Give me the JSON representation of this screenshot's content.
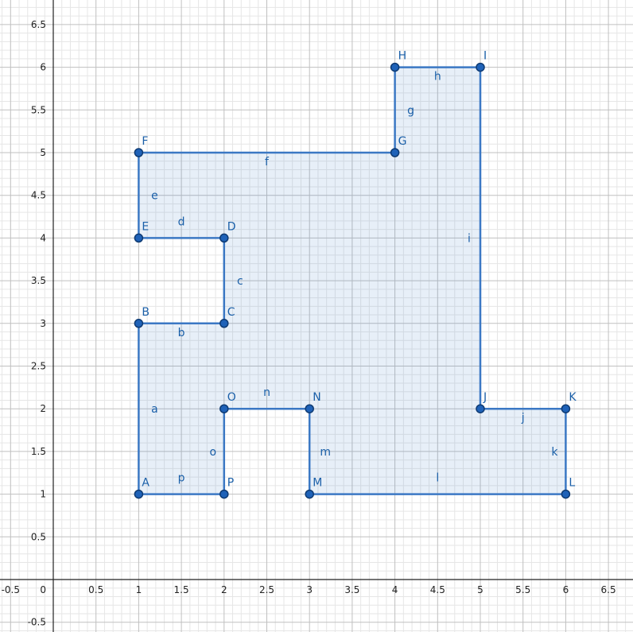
{
  "colors": {
    "grid_major": "#c0c0c0",
    "grid_minor": "#e6e6e6",
    "axis": "#222222",
    "polygon_stroke": "#3b78c4",
    "polygon_fill": "#3b78c4",
    "point_fill": "#1f62b8",
    "point_stroke": "#0e3a72",
    "label": "#1a5fa8"
  },
  "chart_data": {
    "type": "polygon-plot",
    "xlim": [
      -0.6,
      6.8
    ],
    "ylim": [
      -0.6,
      6.8
    ],
    "grid": true,
    "x_ticks": [
      "-0.5",
      "0.5",
      "1",
      "1.5",
      "2",
      "2.5",
      "3",
      "3.5",
      "4",
      "4.5",
      "5",
      "5.5",
      "6",
      "6.5"
    ],
    "x_tick_values": [
      -0.5,
      0.5,
      1,
      1.5,
      2,
      2.5,
      3,
      3.5,
      4,
      4.5,
      5,
      5.5,
      6,
      6.5
    ],
    "y_ticks": [
      "-0.5",
      "0.5",
      "1",
      "1.5",
      "2",
      "2.5",
      "3",
      "3.5",
      "4",
      "4.5",
      "5",
      "5.5",
      "6",
      "6.5"
    ],
    "y_tick_values": [
      -0.5,
      0.5,
      1,
      1.5,
      2,
      2.5,
      3,
      3.5,
      4,
      4.5,
      5,
      5.5,
      6,
      6.5
    ],
    "origin_label": "0",
    "vertices": [
      {
        "name": "A",
        "x": 1,
        "y": 1
      },
      {
        "name": "B",
        "x": 1,
        "y": 3
      },
      {
        "name": "C",
        "x": 2,
        "y": 3
      },
      {
        "name": "D",
        "x": 2,
        "y": 4
      },
      {
        "name": "E",
        "x": 1,
        "y": 4
      },
      {
        "name": "F",
        "x": 1,
        "y": 5
      },
      {
        "name": "G",
        "x": 4,
        "y": 5
      },
      {
        "name": "H",
        "x": 4,
        "y": 6
      },
      {
        "name": "I",
        "x": 5,
        "y": 6
      },
      {
        "name": "J",
        "x": 5,
        "y": 2
      },
      {
        "name": "K",
        "x": 6,
        "y": 2
      },
      {
        "name": "L",
        "x": 6,
        "y": 1
      },
      {
        "name": "M",
        "x": 3,
        "y": 1
      },
      {
        "name": "N",
        "x": 3,
        "y": 2
      },
      {
        "name": "O",
        "x": 2,
        "y": 2
      },
      {
        "name": "P",
        "x": 2,
        "y": 1
      }
    ],
    "segments": [
      {
        "name": "a",
        "from": "A",
        "to": "B"
      },
      {
        "name": "b",
        "from": "B",
        "to": "C"
      },
      {
        "name": "c",
        "from": "C",
        "to": "D"
      },
      {
        "name": "d",
        "from": "D",
        "to": "E"
      },
      {
        "name": "e",
        "from": "E",
        "to": "F"
      },
      {
        "name": "f",
        "from": "F",
        "to": "G"
      },
      {
        "name": "g",
        "from": "G",
        "to": "H"
      },
      {
        "name": "h",
        "from": "H",
        "to": "I"
      },
      {
        "name": "i",
        "from": "I",
        "to": "J"
      },
      {
        "name": "j",
        "from": "J",
        "to": "K"
      },
      {
        "name": "k",
        "from": "K",
        "to": "L"
      },
      {
        "name": "l",
        "from": "L",
        "to": "M"
      },
      {
        "name": "m",
        "from": "M",
        "to": "N"
      },
      {
        "name": "n",
        "from": "N",
        "to": "O"
      },
      {
        "name": "o",
        "from": "O",
        "to": "P"
      },
      {
        "name": "p",
        "from": "P",
        "to": "A"
      }
    ]
  }
}
